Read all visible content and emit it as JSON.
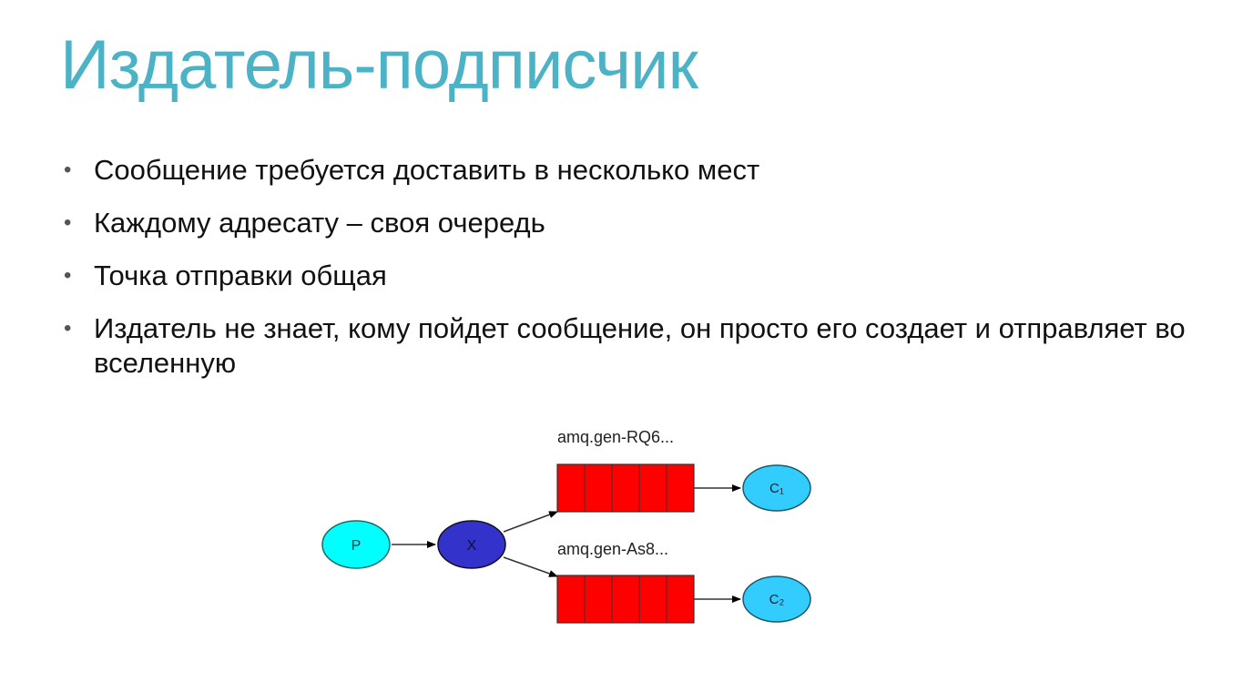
{
  "title": "Издатель-подписчик",
  "bullets": [
    "Сообщение требуется доставить в несколько мест",
    "Каждому адресату – своя очередь",
    "Точка отправки общая",
    "Издатель не знает, кому пойдет сообщение, он просто его создает и отправляет во вселенную"
  ],
  "diagram": {
    "producer": "P",
    "exchange": "X",
    "queue1_label": "amq.gen-RQ6...",
    "queue2_label": "amq.gen-As8...",
    "consumer1": "C₁",
    "consumer2": "C₂",
    "colors": {
      "producer": "#00ffff",
      "exchange": "#3333cc",
      "queue": "#ff0000",
      "consumer": "#33ccff",
      "title": "#4cb3c7"
    }
  }
}
